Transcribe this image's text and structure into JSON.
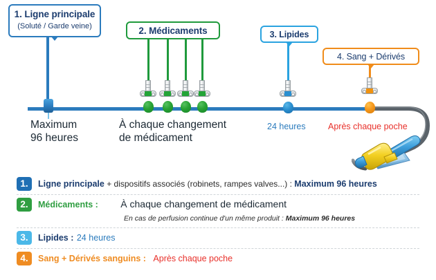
{
  "diagram": {
    "callouts": [
      {
        "id": "main",
        "title": "1. Ligne principale",
        "sub": "(Soluté / Garde veine)",
        "color": "#2b7bbd"
      },
      {
        "id": "med",
        "title": "2. Médicaments",
        "sub": "",
        "color": "#1f9a3c"
      },
      {
        "id": "lip",
        "title": "3. Lipides",
        "sub": "",
        "color": "#2aa3e0"
      },
      {
        "id": "blood",
        "title": "4. Sang + Dérivés",
        "sub": "",
        "color": "#f08c1a"
      }
    ],
    "captions": {
      "main": {
        "line1": "Maximum",
        "line2": "96 heures"
      },
      "med": {
        "line1": "À chaque changement",
        "line2": "de médicament"
      },
      "lipides": "24 heures",
      "blood": "Après chaque poche"
    }
  },
  "legend": {
    "rows": [
      {
        "number": "1.",
        "badge_color": "#1f6fb4",
        "name": "Ligne principale",
        "name_color": "#1b3c6e",
        "plain": " + dispositifs associés (robinets, rampes valves...) : ",
        "value": "Maximum 96 heures",
        "value_color": "#1b3c6e",
        "note": ""
      },
      {
        "number": "2.",
        "badge_color": "#2f9e41",
        "name": "Médicaments :",
        "name_color": "#2f9e41",
        "plain": "",
        "value": "À chaque changement de médicament",
        "value_color": "#1b2833",
        "note_prefix": "En cas de perfusion continue d'un même produit : ",
        "note_strong": "Maximum 96 heures"
      },
      {
        "number": "3.",
        "badge_color": "#4bb8e8",
        "name": "Lipides :",
        "name_color": "#1b3c6e",
        "plain": "",
        "value": "24 heures",
        "value_color": "#2b7bbd",
        "note": ""
      },
      {
        "number": "4.",
        "badge_color": "#ef8c22",
        "name": "Sang + Dérivés sanguins :",
        "name_color": "#ef8c22",
        "plain": "",
        "value": "Après chaque poche",
        "value_color": "#e8302a",
        "note": ""
      }
    ]
  },
  "colors": {
    "blue_line": "#2b7bbd",
    "green": "#1f9a3c",
    "light_blue": "#2aa3e0",
    "orange": "#f08c1a",
    "red": "#e8302a",
    "navy": "#1b3c6e",
    "catheter_gray": "#5b636a"
  }
}
